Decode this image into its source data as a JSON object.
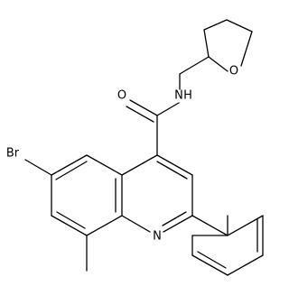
{
  "molecule": {
    "atoms": [
      {
        "id": "Br",
        "label": "Br",
        "name": "atom-bromine"
      },
      {
        "id": "O_carbonyl",
        "label": "O",
        "name": "atom-carbonyl-oxygen"
      },
      {
        "id": "N_amide",
        "label": "N",
        "name": "atom-amide-nitrogen"
      },
      {
        "id": "H_amide",
        "label": "H",
        "name": "atom-amide-hydrogen"
      },
      {
        "id": "O_ring",
        "label": "O",
        "name": "atom-ring-oxygen"
      },
      {
        "id": "N_ring",
        "label": "N",
        "name": "atom-ring-nitrogen"
      }
    ],
    "colors": {
      "bond": "#000000",
      "text": "#000000",
      "background": "#ffffff"
    }
  }
}
